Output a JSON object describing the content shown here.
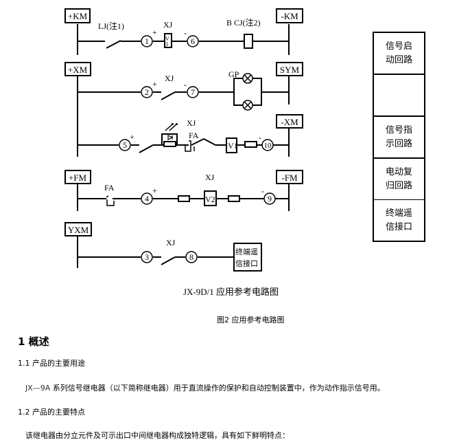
{
  "diagram": {
    "rows": [
      {
        "left_bus": "+KM",
        "right_bus": "-KM",
        "labels": {
          "contact": "LJ(注1)",
          "relay": "XJ",
          "coil": "B CJ(注2)"
        },
        "terminals": [
          "1",
          "6"
        ],
        "coil_text": [
          "V",
          "I"
        ],
        "polarity": [
          "+",
          "-"
        ]
      },
      {
        "left_bus": "+XM",
        "right_bus": "SYM",
        "labels": {
          "relay": "XJ",
          "lamp": "GP"
        },
        "terminals": [
          "2",
          "7"
        ],
        "polarity": [
          "+",
          "-"
        ]
      },
      {
        "right_bus": "-XM",
        "labels": {
          "relay": "XJ",
          "fa": "FA"
        },
        "terminals": [
          "5",
          "10"
        ],
        "element": "V1",
        "polarity": [
          "+",
          "-"
        ]
      },
      {
        "left_bus": "+FM",
        "right_bus": "-FM",
        "labels": {
          "fa": "FA",
          "relay": "XJ"
        },
        "terminals": [
          "4",
          "9"
        ],
        "element": "V2",
        "polarity": [
          "+",
          "-"
        ]
      },
      {
        "left_bus": "YXM",
        "labels": {
          "relay": "XJ"
        },
        "terminals": [
          "3",
          "8"
        ],
        "interface_box": [
          "终端遥",
          "信接口"
        ]
      }
    ],
    "side_table": [
      "信号启\n动回路",
      "",
      "信号指\n示回路",
      "电动复\n归回路",
      "终端遥\n信接口"
    ]
  },
  "captions": {
    "diagram_title": "JX-9D/1 应用参考电路图",
    "figure_caption": "图2  应用参考电路图"
  },
  "sections": {
    "s1_title": "1  概述",
    "s1_1_title": "1.1  产品的主要用途",
    "s1_1_model": "JX—9A",
    "s1_1_text": " 系列信号继电器（以下简称继电器）用于直流操作的保护和自动控制装置中，作为动作指示信号用。",
    "s1_2_title": "1.2  产品的主要特点",
    "s1_2_text": "该继电器由分立元件及可示出口中间继电器构成独特逻辑，具有如下鲜明特点："
  }
}
